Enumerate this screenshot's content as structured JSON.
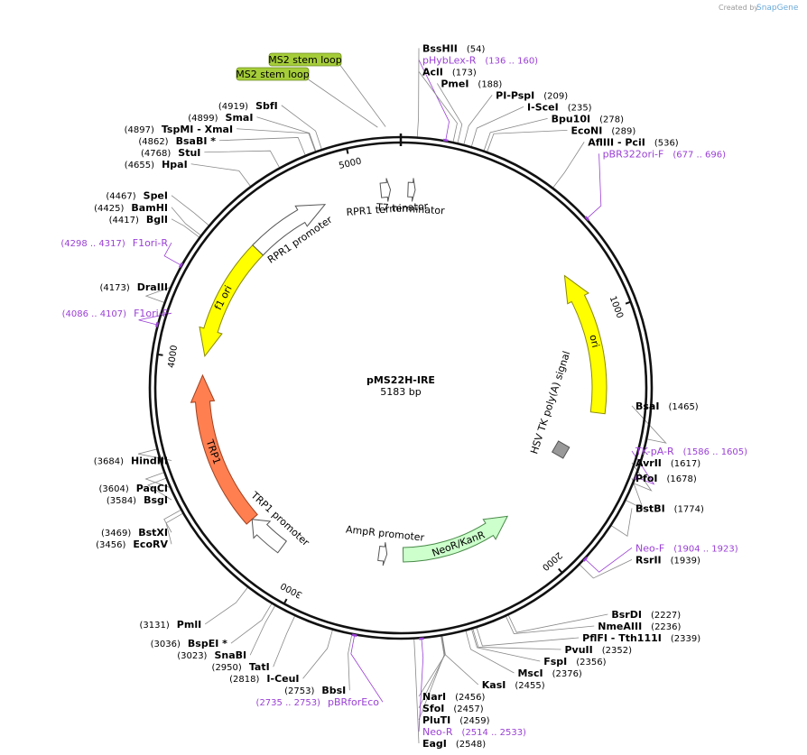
{
  "credit": {
    "created_by": "Created by",
    "brand": "SnapGene"
  },
  "plasmid": {
    "name": "pMS22H-IRE",
    "size_label": "5183 bp",
    "length": 5183
  },
  "ticks": [
    {
      "pos": 1000,
      "label": "1000"
    },
    {
      "pos": 2000,
      "label": "2000"
    },
    {
      "pos": 3000,
      "label": "3000"
    },
    {
      "pos": 4000,
      "label": "4000"
    },
    {
      "pos": 5000,
      "label": "5000"
    }
  ],
  "features": [
    {
      "name": "ori",
      "label": "ori",
      "start": 1400,
      "end": 800,
      "color": "#ffff00",
      "stroke": "#8a8a00",
      "ring": 1
    },
    {
      "name": "NeoR/KanR",
      "label": "NeoR/KanR",
      "start": 2580,
      "end": 2020,
      "color": "#ccffcc",
      "stroke": "#4a8a4a",
      "ring": 2
    },
    {
      "name": "TRP1",
      "label": "TRP1",
      "start": 3290,
      "end": 3940,
      "color": "#ff7f50",
      "stroke": "#a0401f",
      "ring": 1
    },
    {
      "name": "f1 ori",
      "label": "f1 ori",
      "start": 4530,
      "end": 4020,
      "color": "#ffff00",
      "stroke": "#8a8a00",
      "ring": 1
    },
    {
      "name": "RPR1 promoter",
      "label": "RPR1 promoter",
      "start": 4520,
      "end": 4860,
      "color": "#ffffff",
      "stroke": "#555555",
      "ring": 1
    },
    {
      "name": "TRP1 promoter",
      "label": "TRP1 promoter",
      "start": 3120,
      "end": 3290,
      "color": "#ffffff",
      "stroke": "#555555",
      "ring": 1
    },
    {
      "name": "AmpR promoter",
      "label": "AmpR promoter",
      "start": 2700,
      "end": 2660,
      "color": "#ffffff",
      "stroke": "#555555",
      "ring": 2
    },
    {
      "name": "T7 terminator",
      "label": "T7 terminator",
      "start": 30,
      "end": 60,
      "color": "#ffffff",
      "stroke": "#555555",
      "ring": 1
    },
    {
      "name": "RPR1 terminator",
      "label": "RPR1 terminator",
      "start": 5100,
      "end": 5140,
      "color": "#ffffff",
      "stroke": "#555555",
      "ring": 1
    },
    {
      "name": "HSV TK poly(A) signal",
      "label": "HSV TK poly(A) signal",
      "start": 1540,
      "end": 1640,
      "color": "#999999",
      "stroke": "#555555",
      "ring": 2
    }
  ],
  "pills": [
    {
      "name": "MS2 stem loop",
      "label": "MS2 stem loop",
      "color": "#a5cd39"
    },
    {
      "name": "MS2 stem loop",
      "label": "MS2 stem loop",
      "color": "#a5cd39"
    }
  ],
  "enzymes": [
    {
      "name": "BssHII",
      "pos": "(54)"
    },
    {
      "name": "AclI",
      "pos": "(173)"
    },
    {
      "name": "PmeI",
      "pos": "(188)"
    },
    {
      "name": "PI-PspI",
      "pos": "(209)"
    },
    {
      "name": "I-SceI",
      "pos": "(235)"
    },
    {
      "name": "Bpu10I",
      "pos": "(278)"
    },
    {
      "name": "EcoNI",
      "pos": "(289)"
    },
    {
      "name": "AflIII - PciI",
      "pos": "(536)"
    },
    {
      "name": "BsaI",
      "pos": "(1465)"
    },
    {
      "name": "AvrII",
      "pos": "(1617)"
    },
    {
      "name": "PfoI",
      "pos": "(1678)"
    },
    {
      "name": "BstBI",
      "pos": "(1774)"
    },
    {
      "name": "RsrII",
      "pos": "(1939)"
    },
    {
      "name": "BsrDI",
      "pos": "(2227)"
    },
    {
      "name": "NmeAIII",
      "pos": "(2236)"
    },
    {
      "name": "PflFI - Tth111I",
      "pos": "(2339)"
    },
    {
      "name": "PvuII",
      "pos": "(2352)"
    },
    {
      "name": "FspI",
      "pos": "(2356)"
    },
    {
      "name": "MscI",
      "pos": "(2376)"
    },
    {
      "name": "KasI",
      "pos": "(2455)"
    },
    {
      "name": "NarI",
      "pos": "(2456)"
    },
    {
      "name": "SfoI",
      "pos": "(2457)"
    },
    {
      "name": "PluTI",
      "pos": "(2459)"
    },
    {
      "name": "EagI",
      "pos": "(2548)"
    },
    {
      "name": "BbsI",
      "pos": "(2753)"
    },
    {
      "name": "I-CeuI",
      "pos": "(2818)"
    },
    {
      "name": "TatI",
      "pos": "(2950)"
    },
    {
      "name": "SnaBI",
      "pos": "(3023)"
    },
    {
      "name": "BspEI *",
      "pos": "(3036)"
    },
    {
      "name": "PmlI",
      "pos": "(3131)"
    },
    {
      "name": "EcoRV",
      "pos": "(3456)"
    },
    {
      "name": "BstXI",
      "pos": "(3469)"
    },
    {
      "name": "BsgI",
      "pos": "(3584)"
    },
    {
      "name": "PaqCI",
      "pos": "(3604)"
    },
    {
      "name": "HindIII",
      "pos": "(3684)"
    },
    {
      "name": "DraIII",
      "pos": "(4173)"
    },
    {
      "name": "BglI",
      "pos": "(4417)"
    },
    {
      "name": "BamHI",
      "pos": "(4425)"
    },
    {
      "name": "SpeI",
      "pos": "(4467)"
    },
    {
      "name": "HpaI",
      "pos": "(4655)"
    },
    {
      "name": "StuI",
      "pos": "(4768)"
    },
    {
      "name": "BsaBI *",
      "pos": "(4862)"
    },
    {
      "name": "TspMI - XmaI",
      "pos": "(4897)"
    },
    {
      "name": "SmaI",
      "pos": "(4899)"
    },
    {
      "name": "SbfI",
      "pos": "(4919)"
    }
  ],
  "primers": [
    {
      "name": "pHybLex-R",
      "pos": "(136 .. 160)"
    },
    {
      "name": "pBR322ori-F",
      "pos": "(677 .. 696)"
    },
    {
      "name": "TK-pA-R",
      "pos": "(1586 .. 1605)"
    },
    {
      "name": "Neo-F",
      "pos": "(1904 .. 1923)"
    },
    {
      "name": "Neo-R",
      "pos": "(2514 .. 2533)"
    },
    {
      "name": "pBRforEco",
      "pos": "(2735 .. 2753)"
    },
    {
      "name": "F1ori-F",
      "pos": "(4086 .. 4107)"
    },
    {
      "name": "F1ori-R",
      "pos": "(4298 .. 4317)"
    }
  ]
}
